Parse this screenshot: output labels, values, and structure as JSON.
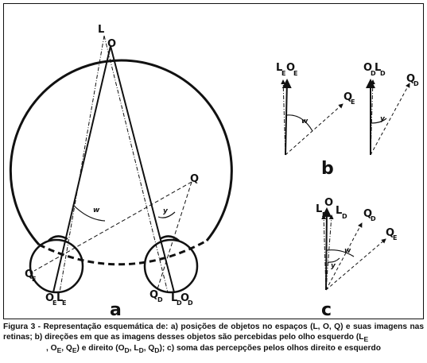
{
  "panels": {
    "a": {
      "label": "a",
      "points": {
        "L": "L",
        "O": "O",
        "Q": "Q"
      },
      "angles": {
        "w": "w",
        "y": "y"
      },
      "retina_left": {
        "Q": "Q",
        "Q_sub": "E",
        "O": "O",
        "O_sub": "E",
        "L": "L",
        "L_sub": "E"
      },
      "retina_right": {
        "Q": "Q",
        "Q_sub": "D",
        "L": "L",
        "L_sub": "D",
        "O": "O",
        "O_sub": "D"
      }
    },
    "b": {
      "label": "b",
      "left": {
        "L": "L",
        "L_sub": "E",
        "O": "O",
        "O_sub": "E",
        "Q": "Q",
        "Q_sub": "E",
        "angle": "w"
      },
      "right": {
        "O": "O",
        "O_sub": "D",
        "L": "L",
        "L_sub": "D",
        "Q": "Q",
        "Q_sub": "D",
        "angle": "y"
      }
    },
    "c": {
      "label": "c",
      "L": "L",
      "L_sub": "E",
      "O": "O",
      "LD": "L",
      "LD_sub": "D",
      "QD": "Q",
      "QD_sub": "D",
      "QE": "Q",
      "QE_sub": "E",
      "angle_w": "w",
      "angle_y": "y"
    }
  },
  "caption": {
    "line1": "Figura 3 - Representação esquemática de: a) posições de objetos no espaços (L, O, Q) e suas imagens nas retinas; b) direções em que as imagens desses  objetos são percebidas pelo olho esquerdo (L",
    "l1_sub": "E",
    "line2a": ", O",
    "l2_sub1": "E",
    "line2b": ", Q",
    "l2_sub2": "E",
    "line2c": ") e direito (O",
    "l2_sub3": "D",
    "line2d": ", L",
    "l2_sub4": "D",
    "line2e": ", Q",
    "l2_sub5": "D",
    "line2f": "); c) soma das percepções pelos olhos direito e esquerdo"
  }
}
